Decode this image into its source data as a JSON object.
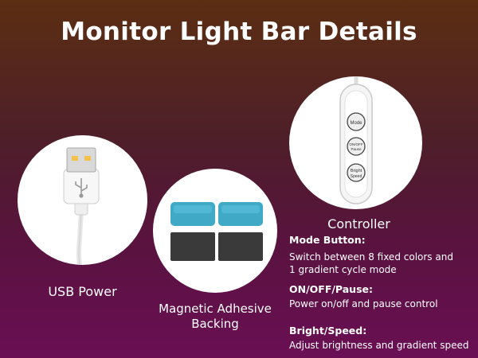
{
  "title": "Monitor Light Bar Details",
  "items": {
    "usb": {
      "caption": "USB Power"
    },
    "magnetic": {
      "caption_line1": "Magnetic Adhesive",
      "caption_line2": "Backing"
    },
    "controller": {
      "caption": "Controller",
      "buttons": {
        "mode": "Mode",
        "on_line1": "ON/OFF",
        "on_line2": "Pause",
        "bright_line1": "Bright",
        "bright_line2": "Speed"
      }
    }
  },
  "features": {
    "mode": {
      "heading": "Mode Button:",
      "line1": "Switch between 8 fixed colors and",
      "line2": "1 gradient cycle mode"
    },
    "onoff": {
      "heading": "ON/OFF/Pause:",
      "text": "Power on/off and pause control"
    },
    "bright": {
      "heading": "Bright/Speed:",
      "text": "Adjust brightness and gradient speed"
    }
  },
  "colors": {
    "pad_blue": "#3fa9c6",
    "pad_black": "#3a3a3a"
  },
  "icons": [
    "usb-plug-icon",
    "usb-symbol-icon",
    "magnetic-pad-icon",
    "controller-remote-icon"
  ]
}
